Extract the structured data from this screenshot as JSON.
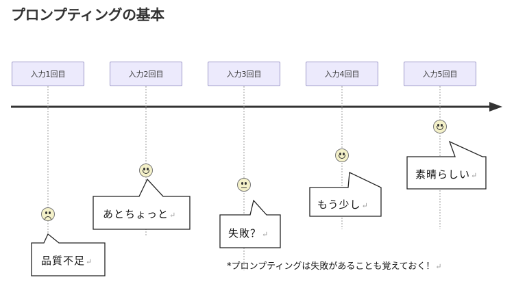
{
  "title": "プロンプティングの基本",
  "stages": [
    {
      "label": "入力1回目",
      "mood": "sad",
      "comment": "品質不足"
    },
    {
      "label": "入力2回目",
      "mood": "happy",
      "comment": "あとちょっと"
    },
    {
      "label": "入力3回目",
      "mood": "neutral",
      "comment": "失敗？"
    },
    {
      "label": "入力4回目",
      "mood": "happy",
      "comment": "もう少し"
    },
    {
      "label": "入力5回目",
      "mood": "happy",
      "comment": "素晴らしい"
    }
  ],
  "return_mark": "↵",
  "note": "*プロンプティングは失敗があることも覚えておく！"
}
